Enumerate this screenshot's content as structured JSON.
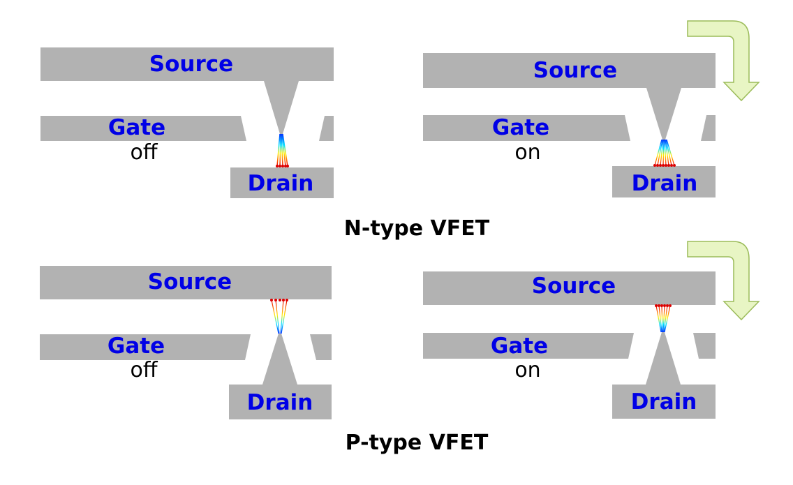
{
  "colors": {
    "metal": "#b2b2b2",
    "label": "#0000e6",
    "arrow_fill": "#e8f5c4",
    "arrow_stroke": "#9bbb59"
  },
  "n_type": {
    "caption": "N-type VFET",
    "off": {
      "source": "Source",
      "gate": "Gate",
      "state": "off",
      "drain": "Drain"
    },
    "on": {
      "source": "Source",
      "gate": "Gate",
      "state": "on",
      "drain": "Drain"
    },
    "arrow_icon": "curved-down-arrow-icon"
  },
  "p_type": {
    "caption": "P-type VFET",
    "off": {
      "source": "Source",
      "gate": "Gate",
      "state": "off",
      "drain": "Drain"
    },
    "on": {
      "source": "Source",
      "gate": "Gate",
      "state": "on",
      "drain": "Drain"
    },
    "arrow_icon": "curved-down-arrow-icon"
  }
}
